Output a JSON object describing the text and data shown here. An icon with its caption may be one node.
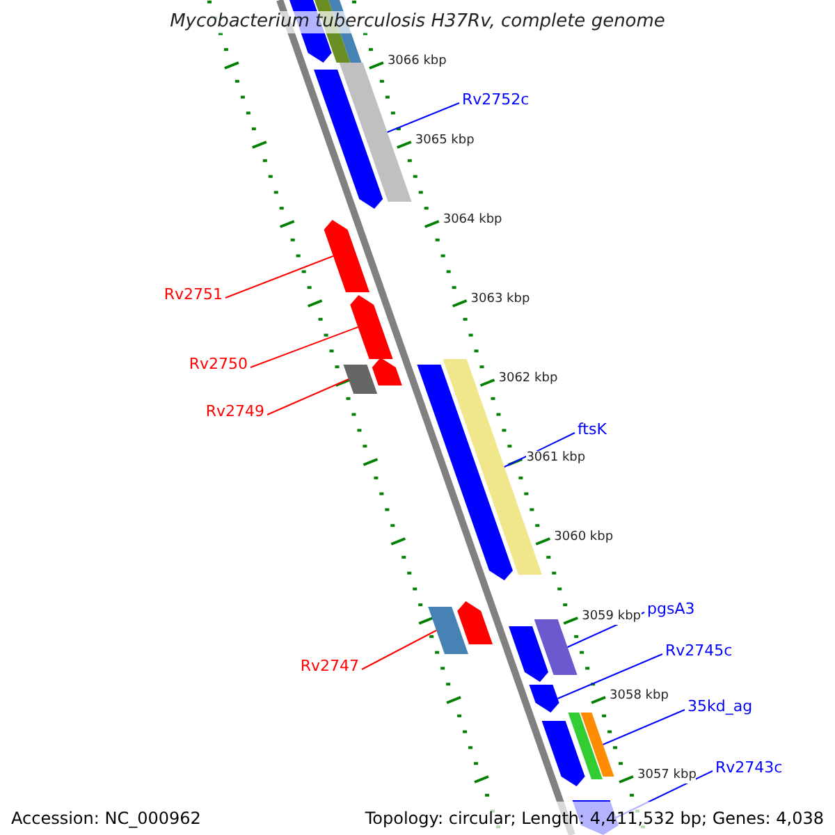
{
  "diagram": {
    "title": "Mycobacterium tuberculosis H37Rv, complete genome",
    "nodes": [
      {
        "text": [
          "Rv2752c"
        ]
      },
      {
        "text": [],
        "shape": "bar"
      },
      {
        "text": [
          "Rv2751"
        ]
      },
      {
        "text": [],
        "shape": "bar"
      },
      {
        "text": [
          "Rv2750"
        ]
      },
      {
        "text": [],
        "shape": "bar"
      },
      {
        "text": [
          "Rv2749"
        ]
      },
      {
        "text": [],
        "shape": "bar"
      },
      {
        "text": [
          "ftsK"
        ]
      },
      {
        "text": [],
        "shape": "bar"
      },
      {
        "text": [
          "pgsA3"
        ]
      },
      {
        "text": [],
        "shape": "bar"
      },
      {
        "text": [
          "Rv2747"
        ]
      },
      {
        "text": [],
        "shape": "bar"
      },
      {
        "text": [
          "Rv2745c"
        ]
      },
      {
        "text": [],
        "shape": "bar"
      },
      {
        "text": [
          "35kd_ag"
        ]
      },
      {
        "text": [],
        "shape": "bar"
      },
      {
        "text": [
          "Rv2743c"
        ]
      },
      {
        "text": [],
        "shape": "bar"
      },
      {
        "text": [],
        "shape": "bar"
      },
      {
        "text": [],
        "shape": "bar"
      },
      {
        "text": [],
        "shape": "bar"
      },
      {
        "text": [],
        "shape": "bar"
      },
      {
        "text": [],
        "shape": "bar"
      },
      {
        "text": [],
        "shape": "bar"
      },
      {
        "text": [],
        "shape": "bar"
      },
      {
        "text": [],
        "shape": "bar"
      },
      {
        "text": [],
        "shape": "bar"
      },
      {
        "text": [],
        "shape": "bar"
      }
    ],
    "edges": [
      {
        "from": 0,
        "to": 1,
        "arrow": "none"
      },
      {
        "from": 2,
        "to": 3,
        "arrow": "none",
        "color": "#ff0000"
      },
      {
        "from": 4,
        "to": 5,
        "arrow": "none",
        "color": "#ff0000"
      },
      {
        "from": 6,
        "to": 7,
        "arrow": "none",
        "color": "#ff0000"
      },
      {
        "from": 8,
        "to": 9,
        "arrow": "none"
      },
      {
        "from": 10,
        "to": 11,
        "arrow": "none"
      },
      {
        "from": 12,
        "to": 13,
        "arrow": "none",
        "color": "#ff0000"
      },
      {
        "from": 14,
        "to": 15,
        "arrow": "none"
      },
      {
        "from": 16,
        "to": 17,
        "arrow": "none"
      },
      {
        "from": 18,
        "to": 19,
        "arrow": "none"
      }
    ],
    "labels": [
      "3066 kbp",
      "3065 kbp",
      "3064 kbp",
      "3063 kbp",
      "3062 kbp",
      "3061 kbp",
      "3060 kbp",
      "3059 kbp",
      "3058 kbp",
      "3057 kbp",
      "Accession: NC_000962",
      "Topology: circular; Length: 4,411,532 bp; Genes: 4,038"
    ]
  }
}
